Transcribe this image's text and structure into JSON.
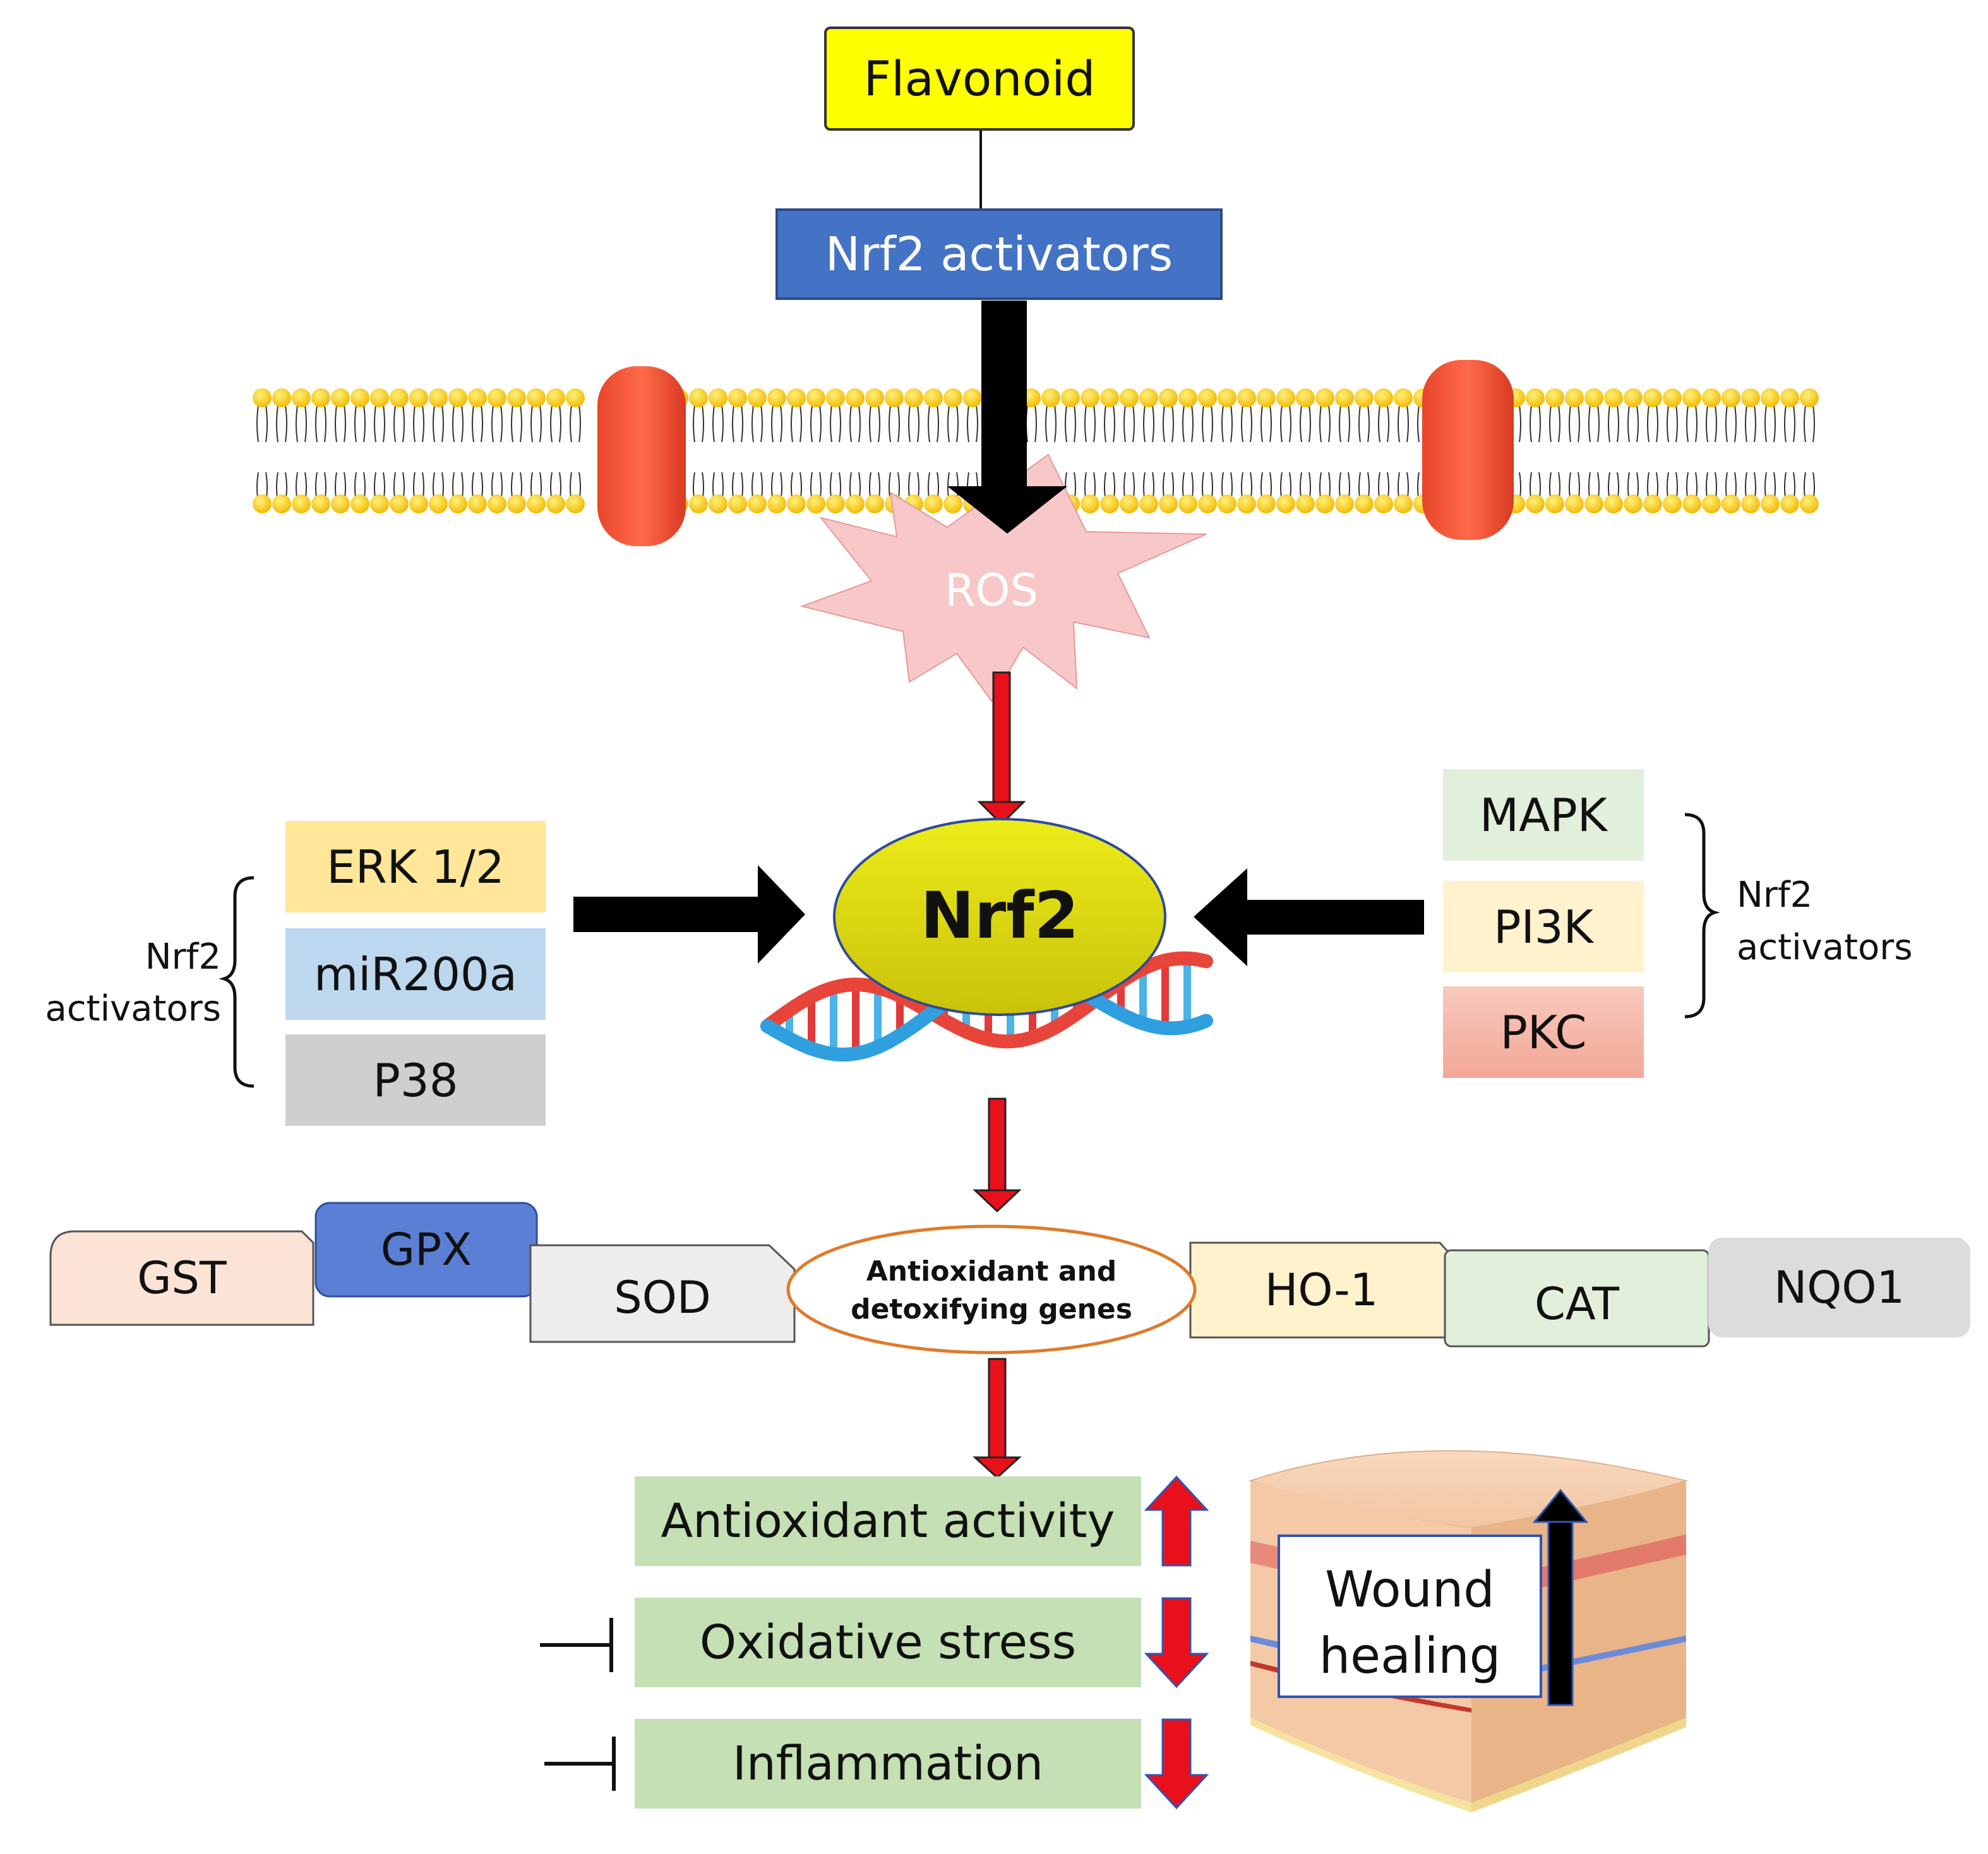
{
  "flavonoid": "Flavonoid",
  "top_activators": "Nrf2 activators",
  "ros": "ROS",
  "nrf2": "Nrf2",
  "left_group": {
    "label_line1": "Nrf2",
    "label_line2": "activators",
    "items": [
      "ERK 1/2",
      "miR200a",
      "P38"
    ]
  },
  "right_group": {
    "label_line1": "Nrf2",
    "label_line2": "activators",
    "items": [
      "MAPK",
      "PI3K",
      "PKC"
    ]
  },
  "genes_center_line1": "Antioxidant and",
  "genes_center_line2": "detoxifying genes",
  "genes": [
    "GST",
    "GPX",
    "SOD",
    "HO-1",
    "CAT",
    "NQO1"
  ],
  "outcomes": [
    "Antioxidant activity",
    "Oxidative stress",
    "Inflammation"
  ],
  "outcome_direction": [
    "up",
    "down",
    "down"
  ],
  "wound_line1": "Wound",
  "wound_line2": "healing",
  "colors": {
    "flavonoid": "#ffff00",
    "activators_box": "#4472c4",
    "erk": "#ffe699",
    "mir": "#bdd7ee",
    "p38": "#d0cece",
    "mapk": "#e2efda",
    "pi3k": "#fff2cc",
    "pkc": "#f4b6a8",
    "outcome": "#c5e0b4",
    "red_arrow": "#e8101a",
    "ros": "#f8c7c7"
  }
}
